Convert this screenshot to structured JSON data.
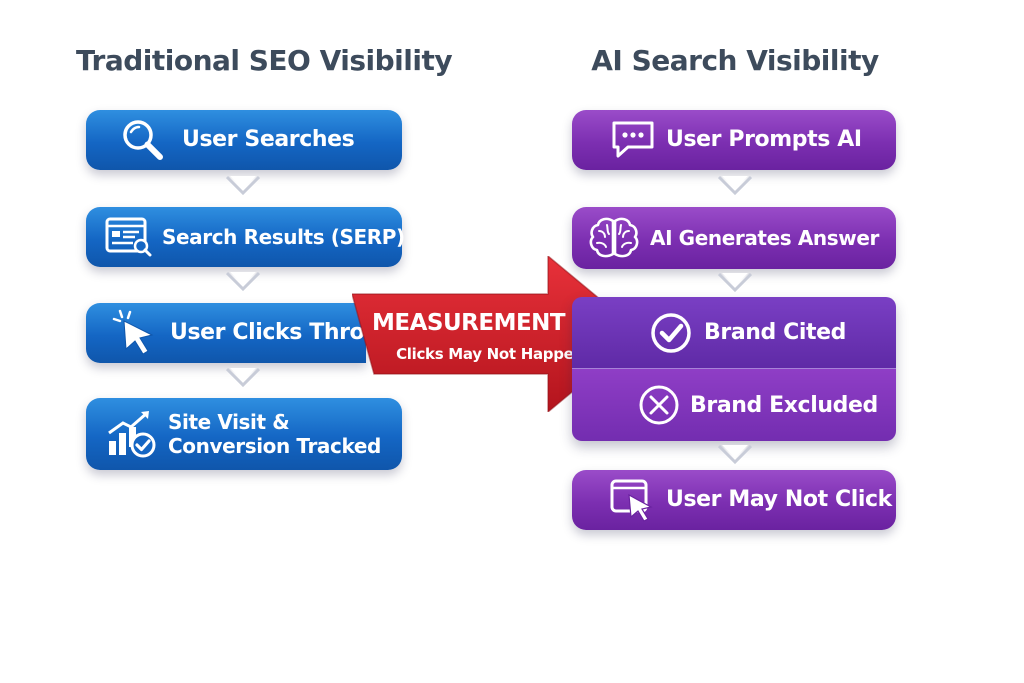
{
  "titles": {
    "left": "Traditional SEO Visibility",
    "right": "AI Search Visibility"
  },
  "seo_flow": [
    {
      "label": "User Searches",
      "icon": "magnifier-icon"
    },
    {
      "label": "Search Results (SERP)",
      "icon": "serp-page-icon"
    },
    {
      "label": "User Clicks Through",
      "icon": "cursor-icon"
    },
    {
      "label": "Site Visit &",
      "label2": "Conversion Tracked",
      "icon": "growth-chart-check-icon"
    }
  ],
  "ai_flow": [
    {
      "label": "User Prompts AI",
      "icon": "chat-bubble-icon"
    },
    {
      "label": "AI Generates Answer",
      "icon": "brain-icon"
    },
    {
      "label": "Brand Cited",
      "icon": "check-circle-icon"
    },
    {
      "label": "Brand Excluded",
      "icon": "x-circle-icon"
    },
    {
      "label": "User May Not Click",
      "icon": "window-cursor-icon"
    }
  ],
  "gap": {
    "title": "MEASUREMENT GAP",
    "subtitle": "Clicks May Not Happen"
  },
  "colors": {
    "blue": "#1466c4",
    "purple": "#7c2fb1",
    "gap_red": "#d0202a",
    "title_text": "#3d4b5c"
  }
}
